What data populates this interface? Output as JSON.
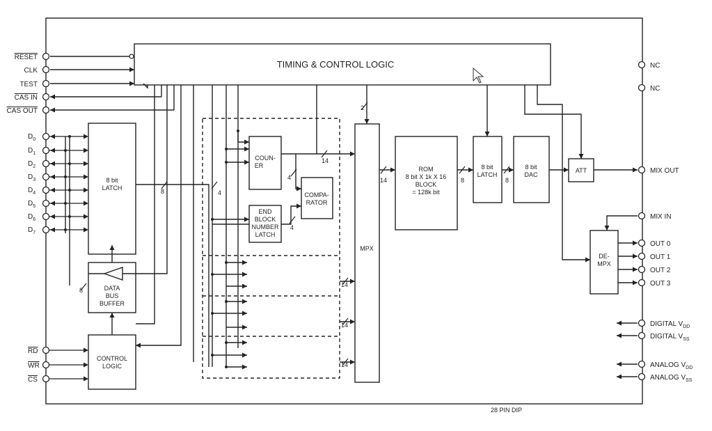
{
  "title": "TIMING & CONTROL LOGIC",
  "package": "28 PIN DIP",
  "blocks": {
    "latch8": [
      "8 bit",
      "LATCH"
    ],
    "counter": [
      "COUN-",
      "ER"
    ],
    "comparator": [
      "COMPA-",
      "RATOR"
    ],
    "endblock": [
      "END",
      "BLOCK",
      "NUMBER",
      "LATCH"
    ],
    "dbb": [
      "DATA",
      "BUS",
      "BUFFER"
    ],
    "control": [
      "CONTROL",
      "LOGIC"
    ],
    "mpx": "MPX",
    "rom": [
      "ROM",
      "8 bit X 1k X 16",
      "BLOCK",
      "= 128k bit"
    ],
    "latch2": [
      "8 bit",
      "LATCH"
    ],
    "dac": [
      "8 bit",
      "DAC"
    ],
    "att": "ATT",
    "demux": [
      "DE-",
      "MPX"
    ]
  },
  "pins_left": [
    {
      "label": "RESET",
      "overbar": true
    },
    {
      "label": "CLK",
      "overbar": false
    },
    {
      "label": "TEST",
      "overbar": false
    },
    {
      "label": "CAS IN",
      "overbar": true
    },
    {
      "label": "CAS OUT",
      "overbar": true
    }
  ],
  "data_pins": [
    {
      "base": "D",
      "sub": "0"
    },
    {
      "base": "D",
      "sub": "1"
    },
    {
      "base": "D",
      "sub": "2"
    },
    {
      "base": "D",
      "sub": "3"
    },
    {
      "base": "D",
      "sub": "4"
    },
    {
      "base": "D",
      "sub": "5"
    },
    {
      "base": "D",
      "sub": "6"
    },
    {
      "base": "D",
      "sub": "7"
    }
  ],
  "ctrl_pins": [
    {
      "label": "RD",
      "overbar": true
    },
    {
      "label": "WR",
      "overbar": true
    },
    {
      "label": "CS",
      "overbar": true
    }
  ],
  "right_pins": [
    {
      "label": "NC"
    },
    {
      "label": "NC"
    },
    {
      "label": "MIX OUT"
    },
    {
      "label": "MIX IN"
    },
    {
      "label": "OUT 0"
    },
    {
      "label": "OUT 1"
    },
    {
      "label": "OUT 2"
    },
    {
      "label": "OUT 3"
    }
  ],
  "supply_pins": [
    {
      "base": "DIGITAL V",
      "sub": "DD"
    },
    {
      "base": "DIGITAL V",
      "sub": "SS"
    },
    {
      "base": "ANALOG V",
      "sub": "DD"
    },
    {
      "base": "ANALOG V",
      "sub": "SS"
    }
  ],
  "bus_widths": {
    "timing_to_mpx": "2",
    "latch_out": "8",
    "branch": "4",
    "counter_out": "14",
    "counter_cmp": "4",
    "end_cmp": "4",
    "dbb": "8",
    "mpx_to_rom": "14",
    "rom_to_latch": "8",
    "latch_to_dac": "8",
    "sub1": "14",
    "sub2": "14",
    "sub3": "14"
  }
}
